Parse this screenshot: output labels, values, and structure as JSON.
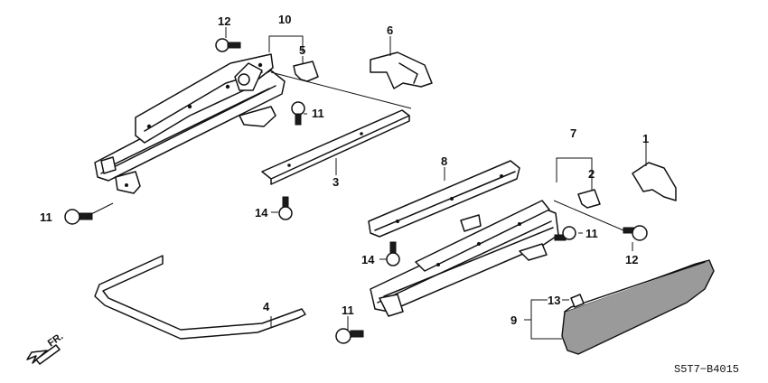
{
  "diagram": {
    "code": "S5T7−B4015",
    "direction_label": "FR.",
    "callouts": {
      "p1": "1",
      "p2": "2",
      "p3": "3",
      "p4": "4",
      "p5": "5",
      "p6": "6",
      "p7": "7",
      "p8": "8",
      "p9": "9",
      "p10": "10",
      "p11a": "11",
      "p11b": "11",
      "p11c": "11",
      "p11d": "11",
      "p12a": "12",
      "p12b": "12",
      "p13": "13",
      "p14a": "14",
      "p14b": "14"
    }
  }
}
